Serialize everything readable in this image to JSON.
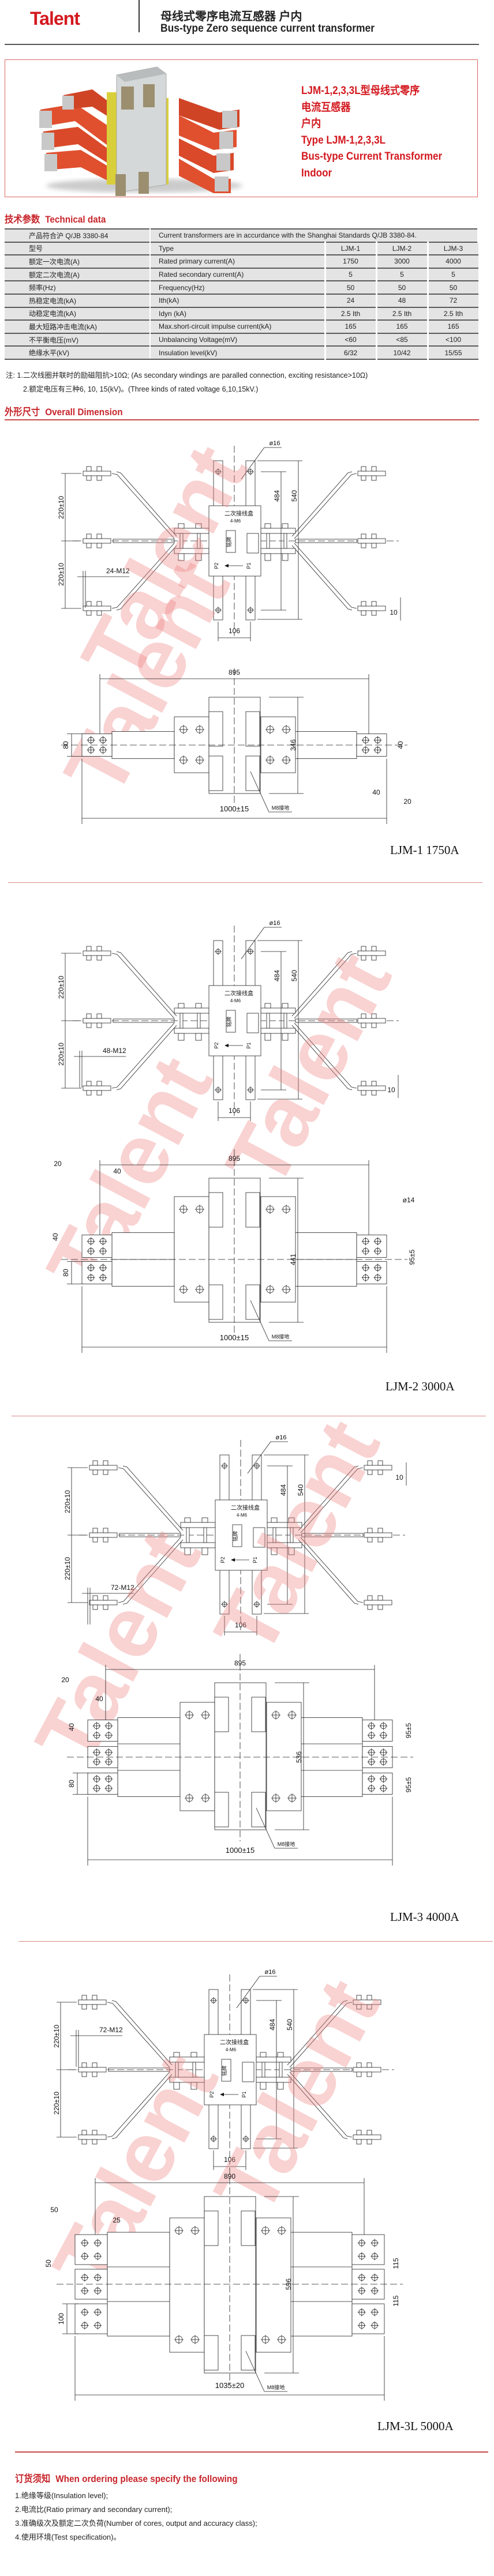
{
  "header": {
    "logo": "Talent",
    "title_cn": "母线式零序电流互感器 户内",
    "title_en": "Bus-type Zero sequence current transformer"
  },
  "product": {
    "lines": [
      "LJM-1,2,3,3L型母线式零序",
      "电流互感器",
      "户内",
      "Type LJM-1,2,3,3L",
      "Bus-type Current Transformer",
      "Indoor"
    ]
  },
  "tech": {
    "heading_cn": "技术参数",
    "heading_en": "Technical data",
    "standard_cn": "产品符合沪 Q/JB 3380-84",
    "standard_en": "Current transformers are in accurdance with the Shanghai Standards Q/JB 3380-84.",
    "rows": [
      [
        "型号",
        "Type",
        "LJM-1",
        "LJM-2",
        "LJM-3"
      ],
      [
        "额定一次电流(A)",
        "Rated primary current(A)",
        "1750",
        "3000",
        "4000"
      ],
      [
        "额定二次电流(A)",
        "Rated secondary current(A)",
        "5",
        "5",
        "5"
      ],
      [
        "频率(Hz)",
        "Frequency(Hz)",
        "50",
        "50",
        "50"
      ],
      [
        "热稳定电流(kA)",
        "Ith(kA)",
        "24",
        "48",
        "72"
      ],
      [
        "动稳定电流(kA)",
        "Idyn (kA)",
        "2.5 Ith",
        "2.5 Ith",
        "2.5 Ith"
      ],
      [
        "最大短路冲击电流(kA)",
        "Max.short-circuit impulse current(kA)",
        "165",
        "165",
        "165"
      ],
      [
        "不平衡电压(mV)",
        "Unbalancing Voltage(mV)",
        "<60",
        "<85",
        "<100"
      ],
      [
        "绝缘水平(kV)",
        "Insulation level(kV)",
        "6/32",
        "10/42",
        "15/55"
      ]
    ]
  },
  "notes": [
    "注: 1.二次线圈并联时的励磁阻抗>10Ω; (As secondary windings are paralled connection, exciting resistance>10Ω)",
    "2.额定电压有三种6, 10, 15(kV)。(Three kinds of rated voltage 6,10,15kV.)"
  ],
  "dimension": {
    "heading_cn": "外形尺寸",
    "heading_en": "Overall Dimension",
    "watermark": "Talent",
    "drawings": [
      {
        "caption": "LJM-1 1750A",
        "top": {
          "phi": "ø16",
          "box": "二次接线盒",
          "m6": "4-M6",
          "plate": "铭牌",
          "p1": "P1",
          "p2": "P2",
          "d220a": "220±10",
          "d220b": "220±10",
          "d484": "484",
          "d540": "540",
          "d106": "106",
          "d10": "10",
          "bolts": "24-M12"
        },
        "side": {
          "width": "895",
          "total": "1000±15",
          "height": "346",
          "pad": "80",
          "ground": "M8接地",
          "extras": [
            "40",
            "40",
            "20"
          ]
        }
      },
      {
        "caption": "LJM-2 3000A",
        "top": {
          "phi": "ø16",
          "box": "二次接线盒",
          "m6": "4-M6",
          "plate": "铭牌",
          "p1": "P1",
          "p2": "P2",
          "d220a": "220±10",
          "d220b": "220±10",
          "d484": "484",
          "d540": "540",
          "d106": "106",
          "d10": "10",
          "bolts": "48-M12"
        },
        "side": {
          "width": "895",
          "total": "1000±15",
          "height": "441",
          "pad": "80",
          "ground": "M8接地",
          "extras": [
            "40",
            "20",
            "40",
            "ø14",
            "95±5"
          ]
        }
      },
      {
        "caption": "LJM-3 4000A",
        "top": {
          "phi": "ø16",
          "box": "二次接线盒",
          "m6": "4-M6",
          "plate": "铭牌",
          "p1": "P1",
          "p2": "P2",
          "d220a": "220±10",
          "d220b": "220±10",
          "d484": "484",
          "d540": "540",
          "d106": "106",
          "d10": "10",
          "bolts": "72-M12"
        },
        "side": {
          "width": "895",
          "total": "1000±15",
          "height": "536",
          "pad": "80",
          "ground": "M8接地",
          "extras": [
            "40",
            "20",
            "40",
            "95±5",
            "95±5"
          ]
        }
      },
      {
        "caption": "LJM-3L 5000A",
        "top": {
          "phi": "ø16",
          "box": "二次接线盒",
          "m6": "4-M6",
          "plate": "铭牌",
          "p1": "P1",
          "p2": "P2",
          "d220a": "220±10",
          "d220b": "220±10",
          "d484": "484",
          "d540": "540",
          "d106": "106",
          "bolts": "72-M12"
        },
        "side": {
          "width": "890",
          "total": "1035±20",
          "height": "596",
          "pad": "100",
          "ground": "M8接地",
          "extras": [
            "50",
            "25",
            "50",
            "115",
            "115"
          ]
        }
      }
    ]
  },
  "ordering": {
    "heading_cn": "订货须知",
    "heading_en": "When ordering please specify the following",
    "items": [
      "1.绝缘等级(Insulation level);",
      "2.电流比(Ratio primary and secondary current);",
      "3.准确级次及额定二次负荷(Number of cores, output and accuracy class);",
      "4.使用环境(Test specification)。"
    ]
  },
  "colors": {
    "brand": "#d3191f",
    "heading": "#c8262c",
    "bus": "#e0502f",
    "plate": "#d9cf3a"
  }
}
